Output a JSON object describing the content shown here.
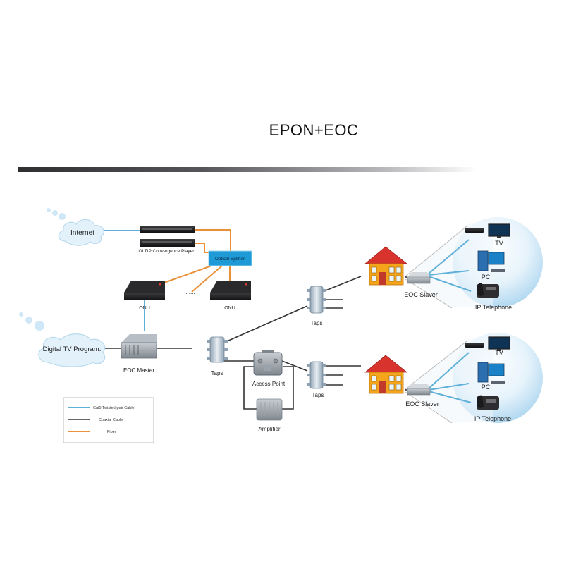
{
  "title": "EPON+EOC",
  "colors": {
    "cat5": "#5fb0d8",
    "coaxial": "#333333",
    "fiber": "#e8913a",
    "splitter_fill": "#1e9ad6",
    "house_wall": "#f4a51c",
    "house_roof": "#d8332c",
    "cloud": "#e3f1fb"
  },
  "labels": {
    "internet": "Internet",
    "digital_tv": "Digital TV Program.",
    "oltip": "OLTIP Convergence Player",
    "optical_splitter": "Optical Splitter",
    "onu_left": "ONU",
    "onu_dots": "......",
    "onu_right": "ONU",
    "eoc_master": "EOC Master",
    "taps_main": "Taps",
    "taps_upper": "Taps",
    "taps_lower": "Taps",
    "access_point": "Access Point",
    "amplifier": "Amplifier",
    "eoc_slaver_upper": "EOC Slaver",
    "eoc_slaver_lower": "EOC Slaver"
  },
  "clients_upper": {
    "tv": "TV",
    "pc": "PC",
    "phone": "IP Telephone"
  },
  "clients_lower": {
    "tv": "TV",
    "pc": "PC",
    "phone": "IP Telephone"
  },
  "legend": {
    "cat5": "Cat5 Twisted-pair Cable",
    "coaxial": "Coaxial Cable",
    "fiber": "Fiber"
  }
}
